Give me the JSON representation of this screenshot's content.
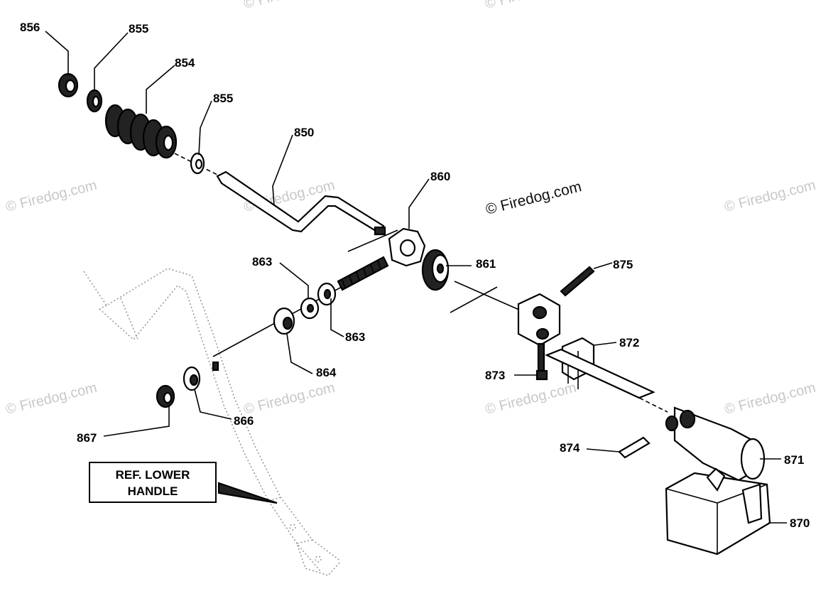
{
  "watermarks": [
    "© Firedog.com",
    "© Firedog.com",
    "© Firedog.com",
    "© Firedog.com",
    "© Firedog.com",
    "© Firedog.com",
    "© Firedog.com",
    "© Firedog.com",
    "© Firedog.com"
  ],
  "watermark_main": "© Firedog.com",
  "reference": {
    "line1": "REF. LOWER",
    "line2": "HANDLE"
  },
  "callouts": {
    "p856": "856",
    "p855a": "855",
    "p854": "854",
    "p855b": "855",
    "p850": "850",
    "p860": "860",
    "p861": "861",
    "p863a": "863",
    "p863b": "863",
    "p864": "864",
    "p866": "866",
    "p867": "867",
    "p875": "875",
    "p872": "872",
    "p873": "873",
    "p874": "874",
    "p871": "871",
    "p870": "870"
  }
}
